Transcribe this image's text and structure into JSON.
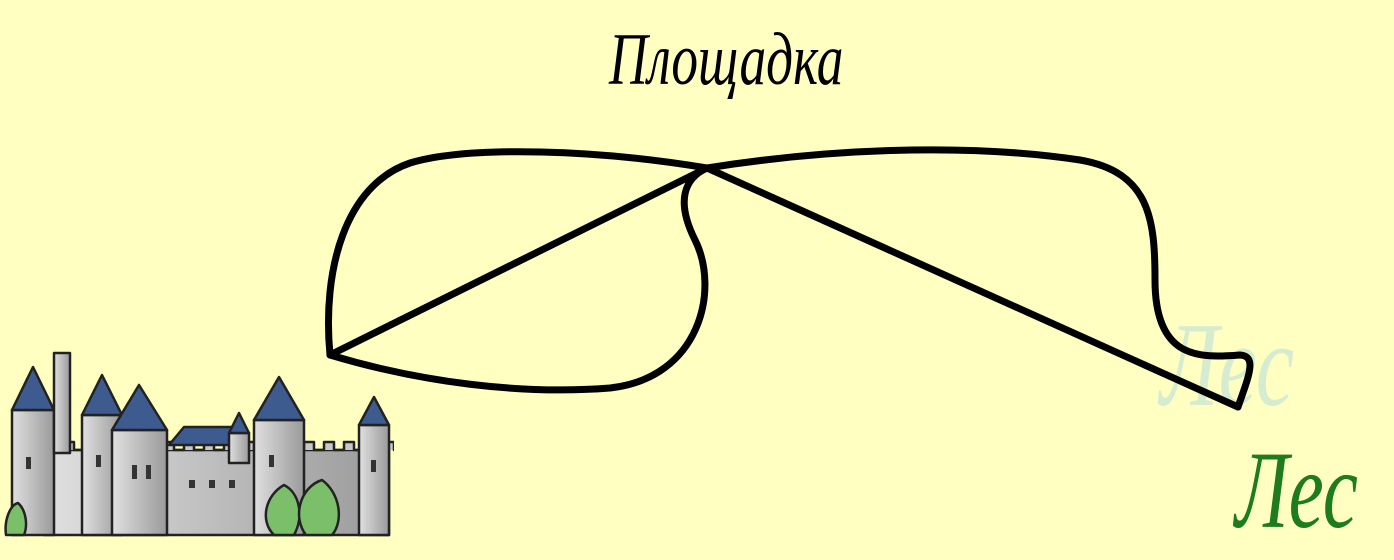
{
  "labels": {
    "top": "Площадка",
    "forest": "Лес",
    "forest_faded": "Лес"
  },
  "colors": {
    "background": "#FFFFC1",
    "paths": "#000000",
    "forest_text": "#1E7B1E",
    "forest_faded_text": "#C8E6D6"
  },
  "icons": [
    "castle-icon"
  ]
}
